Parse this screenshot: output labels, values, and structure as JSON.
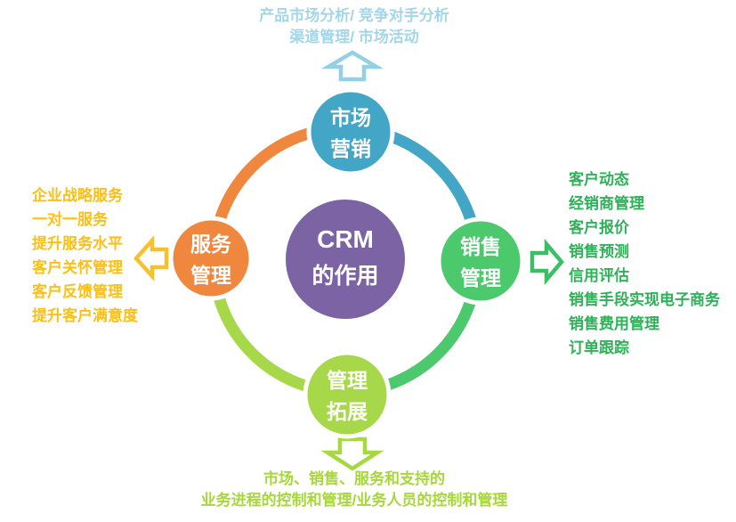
{
  "colors": {
    "teal": "#44a6c6",
    "orange": "#f0873f",
    "green": "#4cc96d",
    "light_green": "#a6d84a",
    "purple": "#7c63a4",
    "circle_gap": "#ffffff",
    "arrow_fill": "#ffffff",
    "top_text": "#a3d6e9",
    "left_text": "#fbbf16",
    "right_text": "#2cb257",
    "bottom_text": "#a6d838",
    "arrow_up": "#93d0e6",
    "arrow_right": "#3cbe66",
    "arrow_down": "#a6d93f",
    "arrow_left": "#f8c02c"
  },
  "center": {
    "line1": "CRM",
    "line2": "的作用"
  },
  "nodes": {
    "top": {
      "line1": "市场",
      "line2": "营销"
    },
    "right": {
      "line1": "销售",
      "line2": "管理"
    },
    "bottom": {
      "line1": "管理",
      "line2": "拓展"
    },
    "left": {
      "line1": "服务",
      "line2": "管理"
    }
  },
  "annotations": {
    "top": {
      "lines": [
        "产品市场分析/ 竞争对手分析",
        "渠道管理/ 市场活动"
      ]
    },
    "right": {
      "items": [
        "客户动态",
        "经销商管理",
        "客户报价",
        "销售预测",
        "信用评估",
        "销售手段实现电子商务",
        "销售费用管理",
        "订单跟踪"
      ]
    },
    "left": {
      "items": [
        "企业战略服务",
        "一对一服务",
        "提升服务水平",
        "客户关怀管理",
        "客户反馈管理",
        "提升客户满意度"
      ]
    },
    "bottom": {
      "lines": [
        "市场、销售、服务和支持的",
        "业务进程的控制和管理/业务人员的控制和管理"
      ]
    }
  }
}
